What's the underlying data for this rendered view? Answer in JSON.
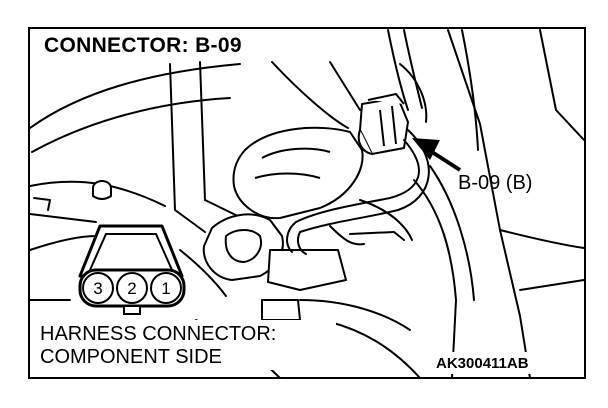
{
  "title": "CONNECTOR: B-09",
  "callout_label": "B-09 (B)",
  "harness": {
    "line1": "HARNESS CONNECTOR:",
    "line2": "COMPONENT SIDE"
  },
  "figure_code": "AK300411AB",
  "connector": {
    "pins": [
      "3",
      "2",
      "1"
    ]
  },
  "colors": {
    "ink": "#000000",
    "paper": "#ffffff"
  }
}
